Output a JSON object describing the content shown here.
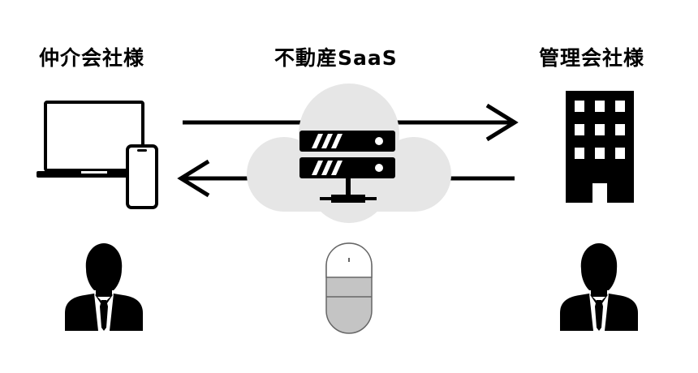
{
  "labels": {
    "left": "仲介会社様",
    "center": "不動産SaaS",
    "right": "管理会社様"
  },
  "colors": {
    "ink": "#000000",
    "cloud": "#e6e6e6",
    "device_fill": "#c4c4c4",
    "device_stroke": "#666666",
    "background": "#ffffff"
  },
  "icons": {
    "left_device": "laptop-with-phone-icon",
    "center": "cloud-server-icon",
    "right_device": "office-building-icon",
    "person": "businessman-icon",
    "center_bottom": "pill-device-icon"
  }
}
